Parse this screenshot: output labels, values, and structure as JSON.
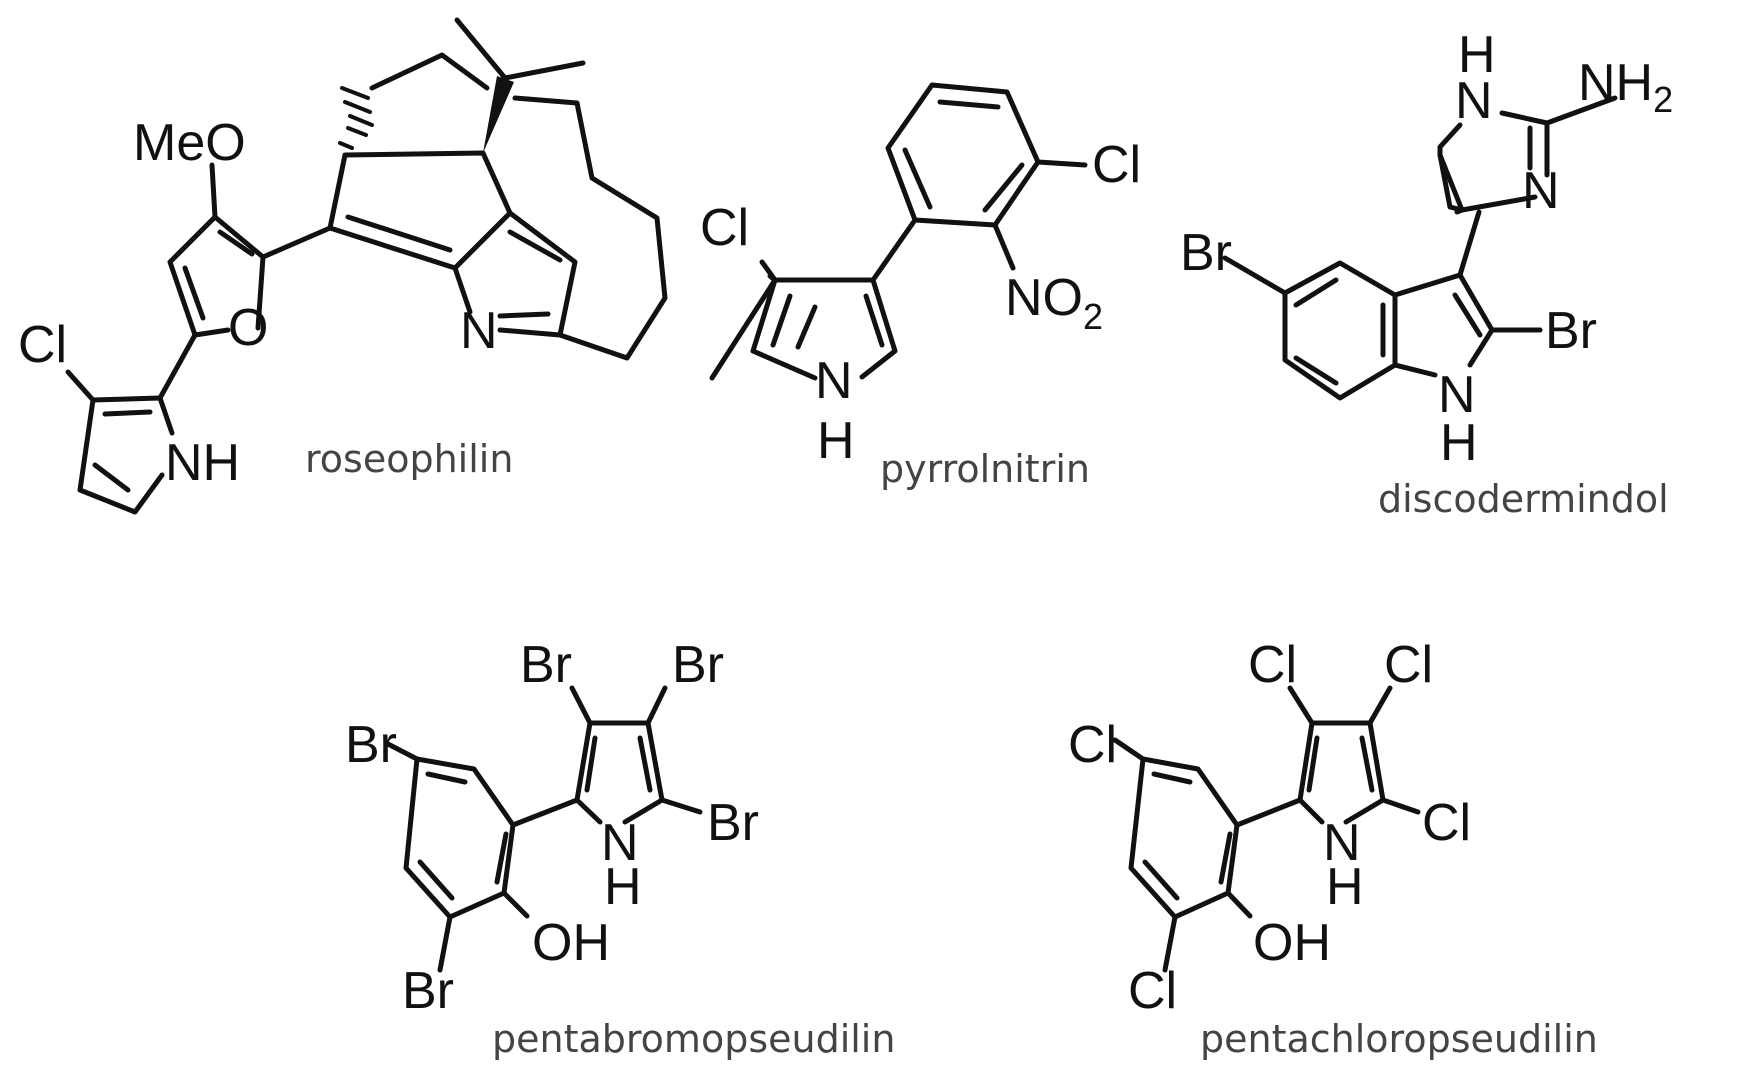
{
  "figure": {
    "compounds": [
      {
        "name": "roseophilin",
        "labels": {
          "methoxy": "MeO",
          "furan_o": "O",
          "pyridine_n": "N",
          "chloro": "Cl",
          "pyrrole_nh": "NH"
        }
      },
      {
        "name": "pyrrolnitrin",
        "labels": {
          "chloro_pyrrole": "Cl",
          "chloro_aryl": "Cl",
          "nitro": "NO",
          "nitro_sub": "2",
          "pyrrole_n": "N",
          "pyrrole_h": "H"
        }
      },
      {
        "name": "discodermindol",
        "labels": {
          "imid_h": "H",
          "imid_nh": "N",
          "amine": "NH",
          "amine_sub": "2",
          "imid_n": "N",
          "bromo_5": "Br",
          "bromo_2": "Br",
          "indole_n": "N",
          "indole_h": "H"
        }
      },
      {
        "name": "pentabromopseudilin",
        "labels": {
          "br_a": "Br",
          "br_b": "Br",
          "br_c": "Br",
          "br_d": "Br",
          "br_e": "Br",
          "pyrrole_n": "N",
          "pyrrole_h": "H",
          "hydroxyl": "OH"
        }
      },
      {
        "name": "pentachloropseudilin",
        "labels": {
          "cl_a": "Cl",
          "cl_b": "Cl",
          "cl_c": "Cl",
          "cl_d": "Cl",
          "cl_e": "Cl",
          "pyrrole_n": "N",
          "pyrrole_h": "H",
          "hydroxyl": "OH"
        }
      }
    ]
  }
}
